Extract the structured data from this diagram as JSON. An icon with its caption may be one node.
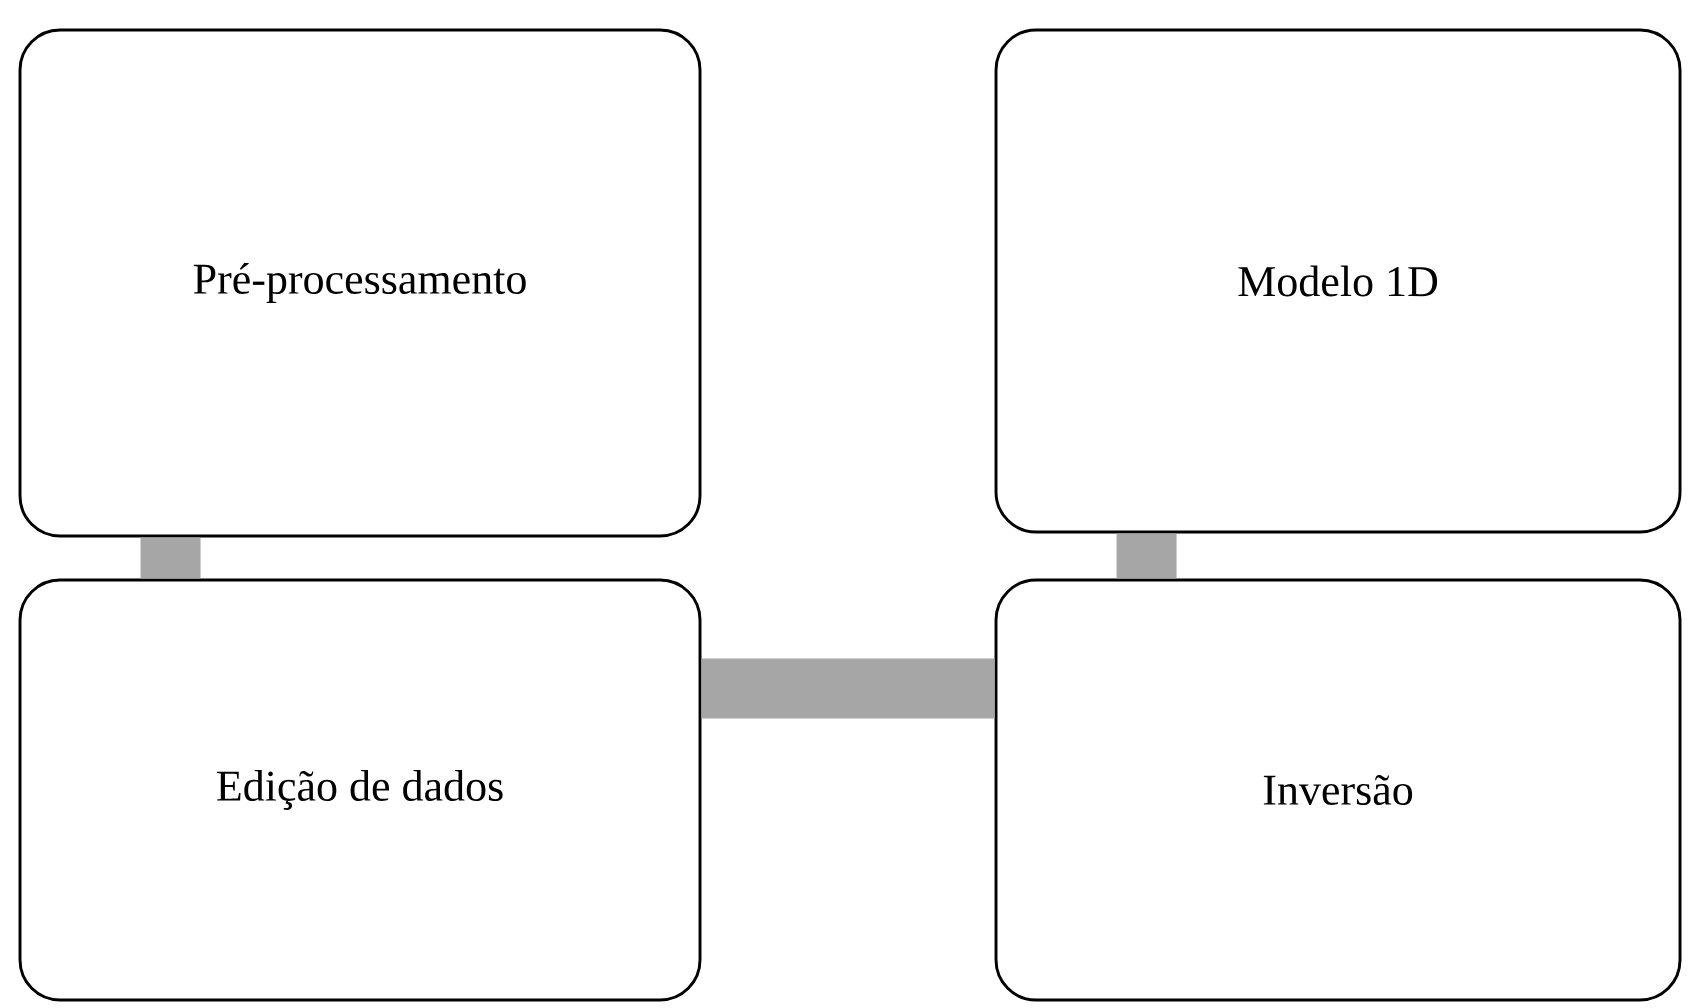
{
  "diagram": {
    "nodes": [
      {
        "text": [
          "Pré-processamento"
        ]
      },
      {
        "text": [
          "Modelo 1D"
        ]
      },
      {
        "text": [
          "Edição de dados"
        ]
      },
      {
        "text": [
          "Inversão"
        ]
      }
    ],
    "edges": [
      {
        "from": 0,
        "to": 2,
        "arrow": "none"
      },
      {
        "from": 2,
        "to": 3,
        "arrow": "none"
      },
      {
        "from": 1,
        "to": 3,
        "arrow": "none"
      }
    ]
  }
}
